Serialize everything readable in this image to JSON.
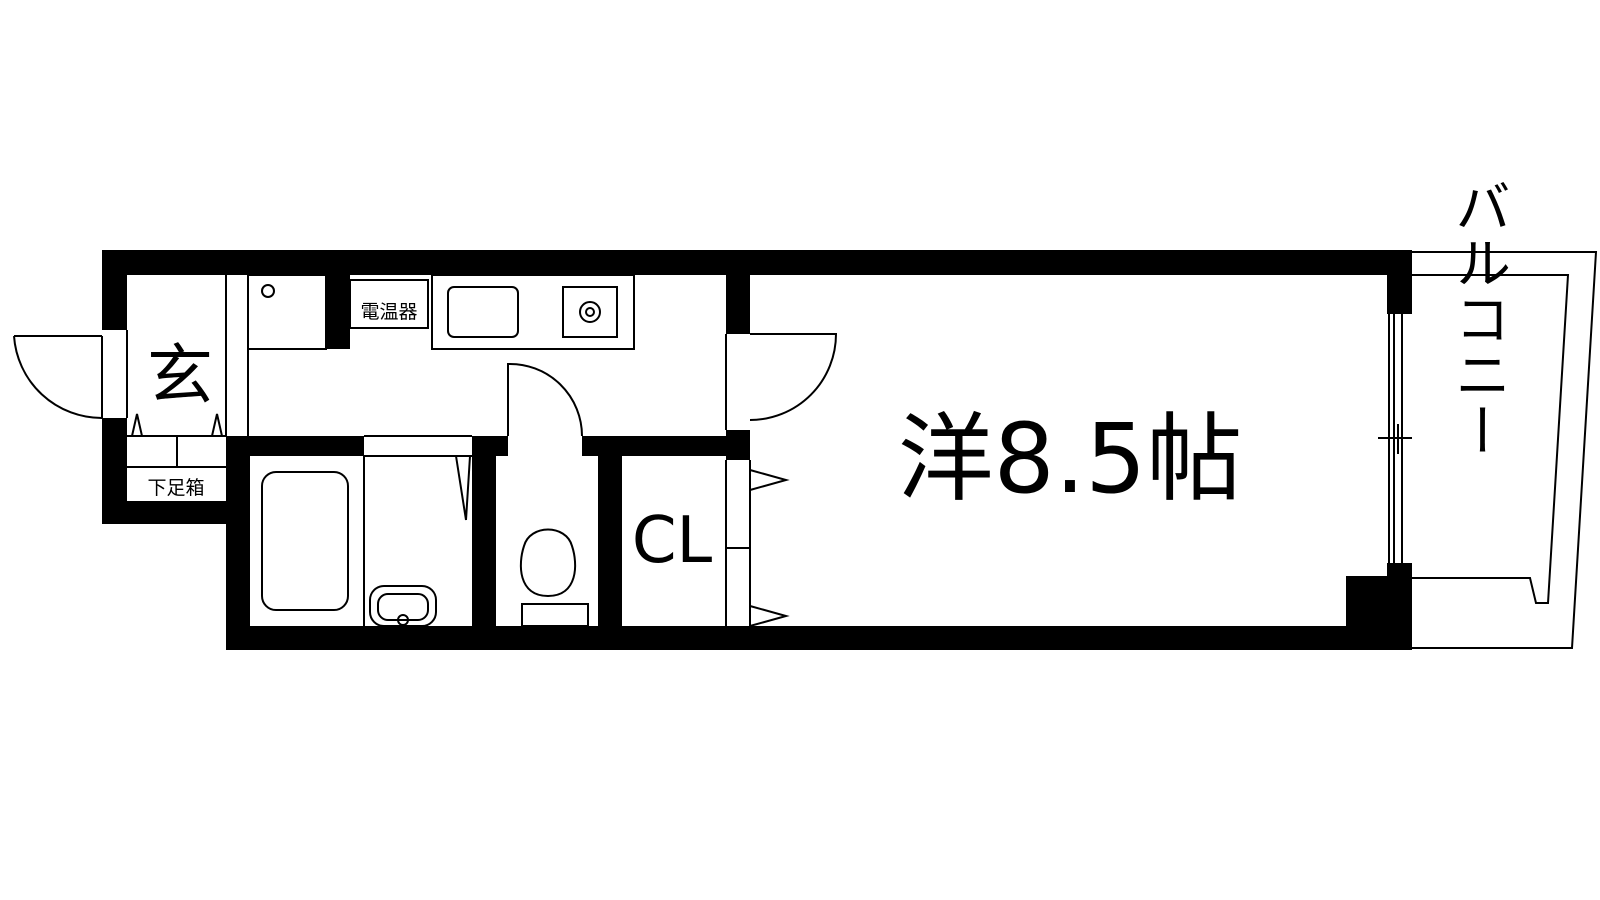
{
  "labels": {
    "entrance": "玄",
    "shoe_box": "下足箱",
    "water_heater": "電温器",
    "western_room": "洋8.5帖",
    "closet": "CL",
    "balcony": "バルコニー"
  },
  "colors": {
    "wall": "#000000",
    "line": "#000000",
    "background": "#ffffff"
  }
}
